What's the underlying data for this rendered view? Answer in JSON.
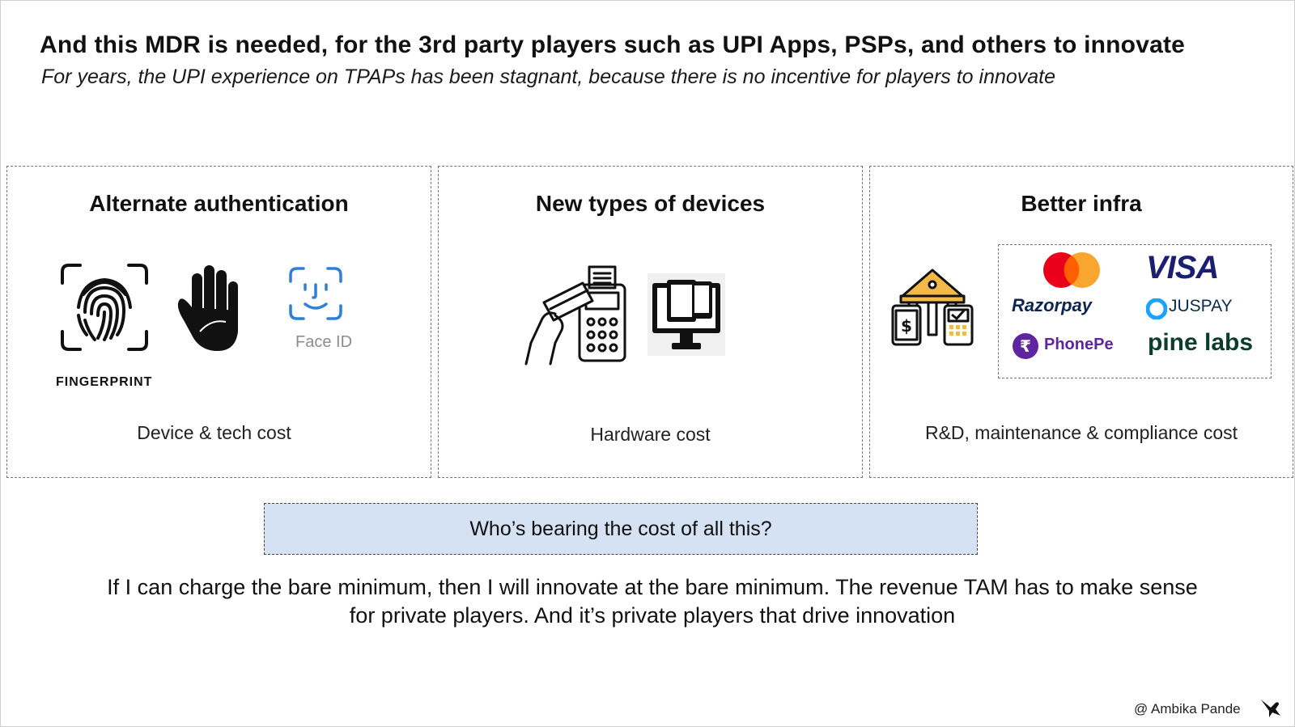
{
  "header": {
    "title": "And this MDR is needed, for the 3rd party players such as UPI Apps, PSPs, and others to innovate",
    "subtitle": "For years, the UPI experience on TPAPs has been stagnant, because there is no incentive for players to innovate"
  },
  "panels": [
    {
      "title": "Alternate authentication",
      "icons": [
        "fingerprint-icon",
        "palm-icon",
        "face-id-icon"
      ],
      "fingerprint_label": "FINGERPRINT",
      "faceid_label": "Face ID",
      "footer": "Device & tech cost"
    },
    {
      "title": "New types of devices",
      "icons": [
        "card-pos-terminal-icon",
        "multi-device-icon"
      ],
      "footer": "Hardware cost"
    },
    {
      "title": "Better infra",
      "icons": [
        "bank-payment-icon"
      ],
      "logos": {
        "visa": "VISA",
        "razorpay": "Razorpay",
        "juspay": "JUSPAY",
        "phonepe": "PhonePe",
        "pinelabs": "pine labs"
      },
      "footer": "R&D, maintenance & compliance cost"
    }
  ],
  "question": "Who’s bearing the cost of all this?",
  "conclusion": {
    "line1": "If I can charge the bare minimum, then I will innovate at the bare minimum. The revenue TAM has to make sense",
    "line2": "for private players. And it’s private players that drive innovation"
  },
  "footer": {
    "credit": "@ Ambika Pande"
  },
  "colors": {
    "question_bg": "#d4e2f4",
    "faceid_blue": "#2f7fd8",
    "mastercard_red": "#eb001b",
    "mastercard_orange": "#f79e1b",
    "visa_blue": "#1a1f71",
    "phonepe_purple": "#5f259f"
  }
}
